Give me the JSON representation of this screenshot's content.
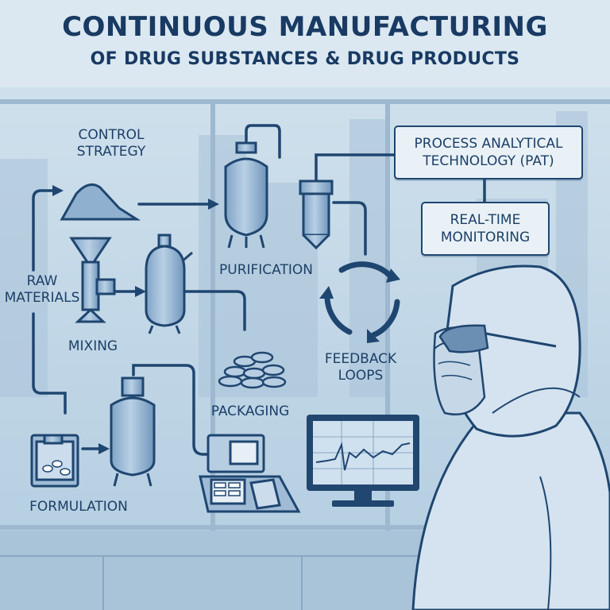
{
  "title": {
    "line1": "CONTINUOUS MANUFACTURING",
    "line2": "OF DRUG SUBSTANCES & DRUG PRODUCTS"
  },
  "labels": {
    "control_strategy": "CONTROL\nSTRATEGY",
    "raw_materials": "RAW\nMATERIALS",
    "mixing": "MIXING",
    "purification": "PURIFICATION",
    "feedback_loops": "FEEDBACK\nLOOPS",
    "packaging": "PACKAGING",
    "formulation": "FORMULATION"
  },
  "callouts": {
    "pat": "PROCESS ANALYTICAL\nTECHNOLOGY (PAT)",
    "real_time": "REAL-TIME\nMONITORING"
  },
  "colors": {
    "ink": "#1c3f67",
    "equipment": "#8fb0cf",
    "background": "#dbe8f1"
  }
}
